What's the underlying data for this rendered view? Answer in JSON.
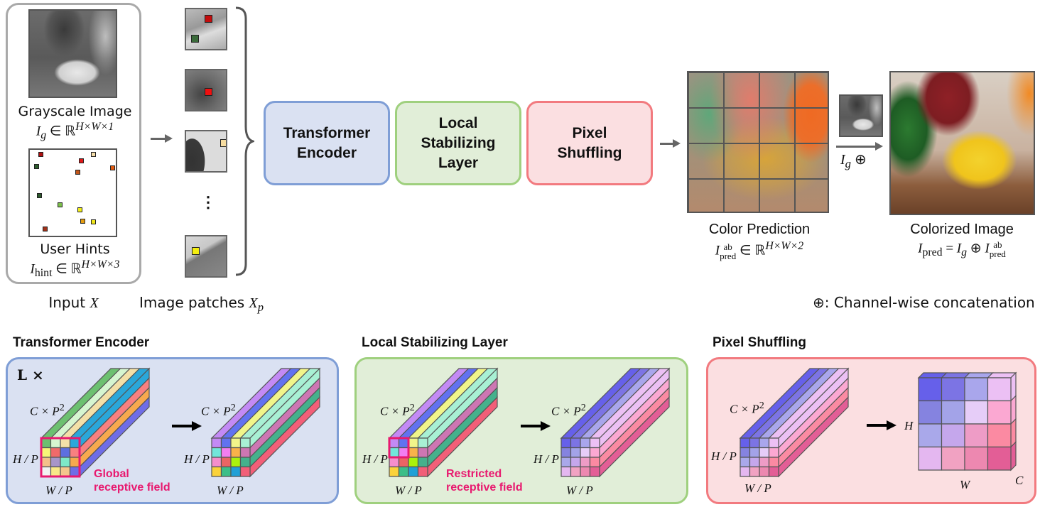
{
  "input": {
    "grayscale_caption": "Grayscale Image",
    "grayscale_formula": {
      "symbol": "I",
      "sub": "g",
      "rel": " ∈ ℝ",
      "sup": "H×W×1"
    },
    "hints_caption": "User Hints",
    "hints_formula": {
      "symbol": "I",
      "sub": "hint",
      "rel": " ∈ ℝ",
      "sup": "H×W×3"
    },
    "hint_colors": [
      "#b01010",
      "#e01818",
      "#f3dca8",
      "#e05a10",
      "#2f5e2f",
      "#c2561a",
      "#2e5a2e",
      "#7cc04a",
      "#f2ee1a",
      "#f0e61a",
      "#e59c10",
      "#a0321a"
    ],
    "label": "Input",
    "label_var": "X"
  },
  "patches": {
    "label": "Image patches",
    "label_var": "X",
    "label_sub": "p",
    "ellipsis": "⋮",
    "hint_colors": [
      "#c40d0d",
      "#3a6b3a",
      "#ef1010",
      "#f6dca0",
      "#f4ee10"
    ]
  },
  "pipeline": {
    "blocks": [
      {
        "id": "encoder",
        "line1": "Transformer",
        "line2": "Encoder",
        "line3": ""
      },
      {
        "id": "lsl",
        "line1": "Local",
        "line2": "Stabilizing",
        "line3": "Layer"
      },
      {
        "id": "pixel_shuffle",
        "line1": "Pixel",
        "line2": "Shuffling",
        "line3": ""
      }
    ]
  },
  "prediction": {
    "caption": "Color Prediction",
    "formula": {
      "symbol": "I",
      "sub": "pred",
      "sup_top": "ab",
      "rel": " ∈ ℝ",
      "sup": "H×W×2"
    }
  },
  "concat": {
    "symbol": "I",
    "sub": "g",
    "op": " ⊕"
  },
  "colorized": {
    "caption": "Colorized Image",
    "formula": {
      "lhs": "I",
      "lhs_sub": "pred",
      "eq": " = ",
      "a": "I",
      "a_sub": "g",
      "op": " ⊕ ",
      "b": "I",
      "b_sub": "pred",
      "b_sup": "ab"
    }
  },
  "legend": {
    "symbol": "⊕",
    "text": ": Channel-wise concatenation"
  },
  "details": {
    "encoder": {
      "title": "Transformer Encoder",
      "repeat_label": "L ×",
      "channel_label": "C × P",
      "channel_sup": "2",
      "height_label": "H / P",
      "width_label": "W / P",
      "annotation_line1": "Global",
      "annotation_line2": "receptive field",
      "in_top": [
        "#6cc070",
        "#d6f5d0",
        "#f3e0a8",
        "#2aa7da"
      ],
      "in_side": [
        "#2aa7da",
        "#f88080",
        "#f7a94e",
        "#6f6de6"
      ],
      "in_front": [
        [
          "#6cc070",
          "#d6f5d0",
          "#f3e0a8",
          "#2aa7da"
        ],
        [
          "#f7f578",
          "#f06a6a",
          "#5d6fe0",
          "#f88080"
        ],
        [
          "#f4c08a",
          "#a795c8",
          "#7ee8c8",
          "#f7a94e"
        ],
        [
          "#f2f2f2",
          "#f8e888",
          "#f4c78c",
          "#6f6de6"
        ]
      ],
      "out_top": [
        "#c38af5",
        "#6272f0",
        "#f1f58a",
        "#a8f0d4"
      ],
      "out_side": [
        "#a8f0d4",
        "#cd76b3",
        "#45b18c",
        "#f25f78"
      ],
      "out_front": [
        [
          "#c38af5",
          "#6272f0",
          "#f1f58a",
          "#a8f0d4"
        ],
        [
          "#72e6da",
          "#f27ef0",
          "#f8b24a",
          "#cd76b3"
        ],
        [
          "#f58ecb",
          "#ea6464",
          "#aaf20c",
          "#45b18c"
        ],
        [
          "#fbd23a",
          "#3cbe88",
          "#21a0d6",
          "#f25f78"
        ]
      ]
    },
    "lsl": {
      "title": "Local Stabilizing Layer",
      "channel_label": "C × P",
      "channel_sup": "2",
      "height_label": "H / P",
      "width_label": "W / P",
      "annotation_line1": "Restricted",
      "annotation_line2": "receptive field",
      "out_top": [
        "#6660ea",
        "#7c74e4",
        "#a9a6ec",
        "#ecc0f4"
      ],
      "out_side": [
        "#ecc0f4",
        "#fba8d2",
        "#fb8aa2",
        "#e35e96"
      ],
      "out_front": [
        [
          "#6660ea",
          "#7c74e4",
          "#a9a6ec",
          "#ecc0f4"
        ],
        [
          "#8583e0",
          "#a3a3e8",
          "#e6cdf8",
          "#fba8d2"
        ],
        [
          "#a9a8ea",
          "#c5a7ec",
          "#ee9cc6",
          "#fb8aa2"
        ],
        [
          "#e4b7f0",
          "#f1a2c2",
          "#ed88b0",
          "#e35e96"
        ]
      ]
    },
    "pixel_shuffle": {
      "title": "Pixel Shuffling",
      "channel_label": "C × P",
      "channel_sup": "2",
      "height_label": "H / P",
      "width_label": "W / P",
      "out_height_label": "H",
      "out_width_label": "W",
      "out_channel_label": "C"
    }
  },
  "colors": {
    "encoder_fill": "#dae1f2",
    "encoder_border": "#7f9ed6",
    "lsl_fill": "#e1eed8",
    "lsl_border": "#9fd07e",
    "ps_fill": "#fbdfe1",
    "ps_border": "#f27a7f",
    "receptive_field": "#e8196f"
  }
}
